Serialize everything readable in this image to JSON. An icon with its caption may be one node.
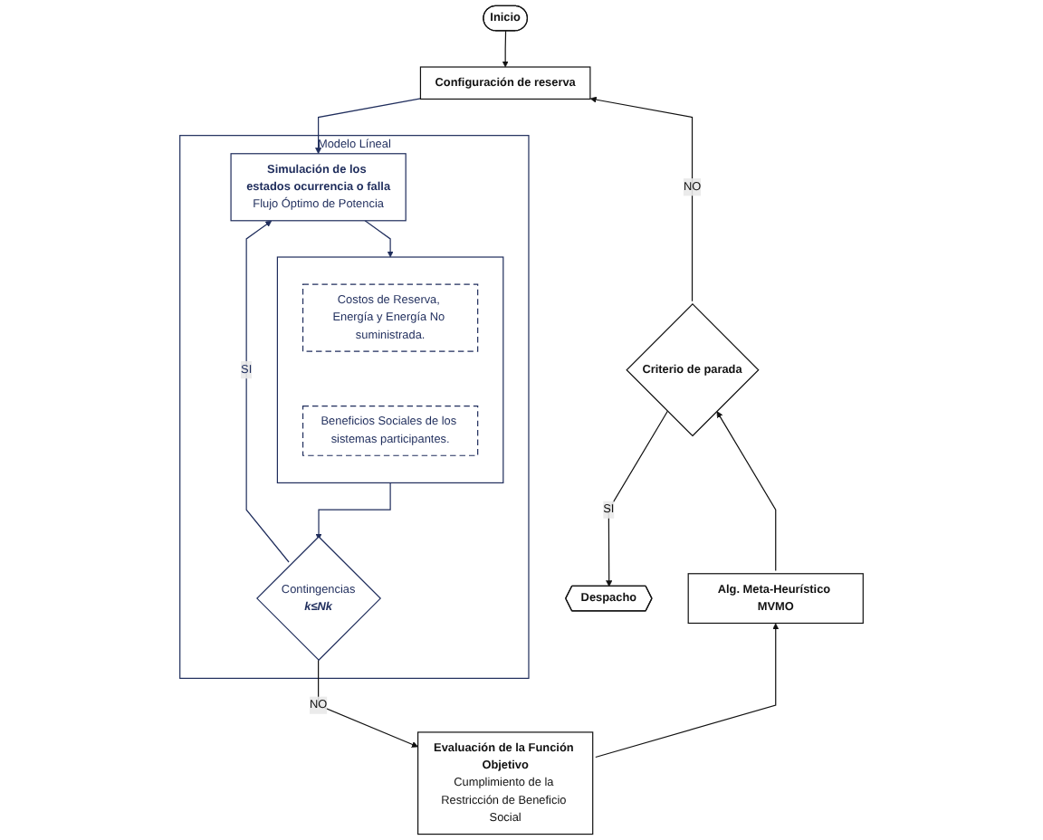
{
  "diagram": {
    "nodes": [
      {
        "text": [
          "Inicio"
        ]
      },
      {
        "text": [
          "Configuración de reserva"
        ]
      },
      {
        "text": [
          "Modelo Líneal"
        ]
      },
      {
        "text": [
          "Simulación de los estados ocurrencia o falla",
          "Flujo Óptimo de Potencia"
        ],
        "in": 2
      },
      {
        "text": [],
        "shape": "box",
        "in": 2
      },
      {
        "text": [
          "Costos de Reserva, Energía y Energía No suministrada."
        ],
        "in": 4
      },
      {
        "text": [
          "Beneficios Sociales de los sistemas participantes."
        ],
        "in": 4
      },
      {
        "text": [
          "Contingencias",
          "k≤Nk"
        ],
        "in": 2
      },
      {
        "text": [
          "Criterio de parada"
        ]
      },
      {
        "text": [
          "Despacho"
        ]
      },
      {
        "text": [
          "Alg. Meta-Heurístico MVMO"
        ]
      },
      {
        "text": [
          "Evaluación de la Función Objetivo",
          "Cumplimiento de la Restricción de Beneficio Social"
        ]
      }
    ],
    "edges": [
      {
        "from": 0,
        "to": 1,
        "arrow": "to"
      },
      {
        "from": 1,
        "to": 3,
        "arrow": "to",
        "color": "#1f2d5c"
      },
      {
        "from": 3,
        "to": 4,
        "arrow": "to",
        "color": "#1f2d5c"
      },
      {
        "from": 4,
        "to": 7,
        "arrow": "to",
        "color": "#1f2d5c"
      },
      {
        "from": 7,
        "to": 3,
        "label": "SI",
        "arrow": "to",
        "color": "#1f2d5c"
      },
      {
        "from": 7,
        "to": 11,
        "label": "NO",
        "arrow": "to"
      },
      {
        "from": 11,
        "to": 10,
        "arrow": "to"
      },
      {
        "from": 10,
        "to": 8,
        "arrow": "to"
      },
      {
        "from": 8,
        "to": 1,
        "label": "NO",
        "arrow": "to"
      },
      {
        "from": 8,
        "to": 9,
        "label": "SI",
        "arrow": "to"
      }
    ]
  }
}
